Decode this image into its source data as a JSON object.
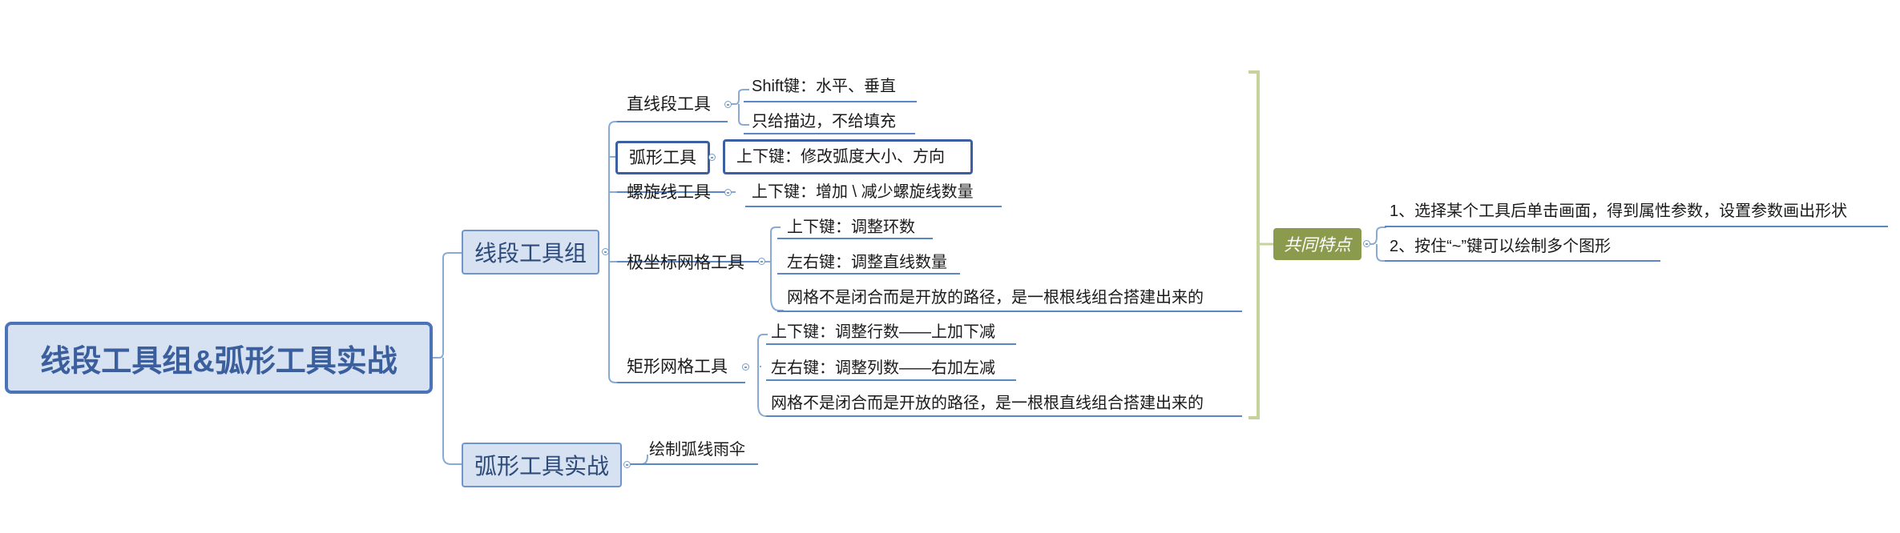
{
  "root": {
    "title": "线段工具组&弧形工具实战"
  },
  "branches": [
    {
      "label": "线段工具组",
      "children": [
        {
          "label": "直线段工具",
          "leaves": [
            "Shift键：水平、垂直",
            "只给描边，不给填充"
          ]
        },
        {
          "label": "弧形工具",
          "leaves": [
            "上下键：修改弧度大小、方向"
          ]
        },
        {
          "label": "螺旋线工具",
          "leaves": [
            "上下键：增加 \\ 减少螺旋线数量"
          ]
        },
        {
          "label": "极坐标网格工具",
          "leaves": [
            "上下键：调整环数",
            "左右键：调整直线数量",
            "网格不是闭合而是开放的路径，是一根根线组合搭建出来的"
          ]
        },
        {
          "label": "矩形网格工具",
          "leaves": [
            "上下键：调整行数——上加下减",
            "左右键：调整列数——右加左减",
            "网格不是闭合而是开放的路径，是一根根直线组合搭建出来的"
          ]
        }
      ]
    },
    {
      "label": "弧形工具实战",
      "children": [
        {
          "label": "绘制弧线雨伞",
          "leaves": []
        }
      ]
    }
  ],
  "summary": {
    "label": "共同特点",
    "items": [
      "1、选择某个工具后单击画面，得到属性参数，设置参数画出形状",
      "2、按住“~”键可以绘制多个图形"
    ]
  },
  "colors": {
    "root_fill": "#d6e2f2",
    "root_border": "#4a73b8",
    "line": "#7a9cc8",
    "underline": "#5b86c8",
    "summary_fill": "#8a9b4e",
    "bracket": "#c6d39a"
  }
}
